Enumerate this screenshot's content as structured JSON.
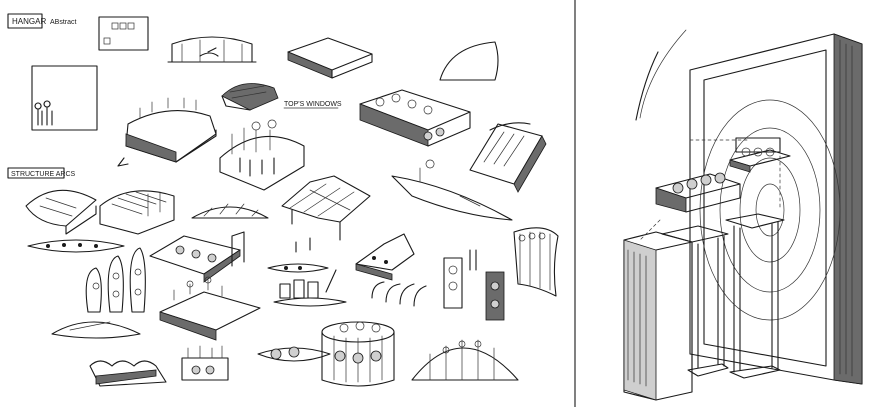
{
  "left_sheet": {
    "title_box": "HANGAR",
    "title_note": "ABstract",
    "section_label": "STRUCTURE ARCS",
    "note_label": "TOP'S WINDOWS"
  },
  "colors": {
    "ink": "#1a1a1a",
    "paper": "#ffffff",
    "shade": "#6b6b6b"
  }
}
